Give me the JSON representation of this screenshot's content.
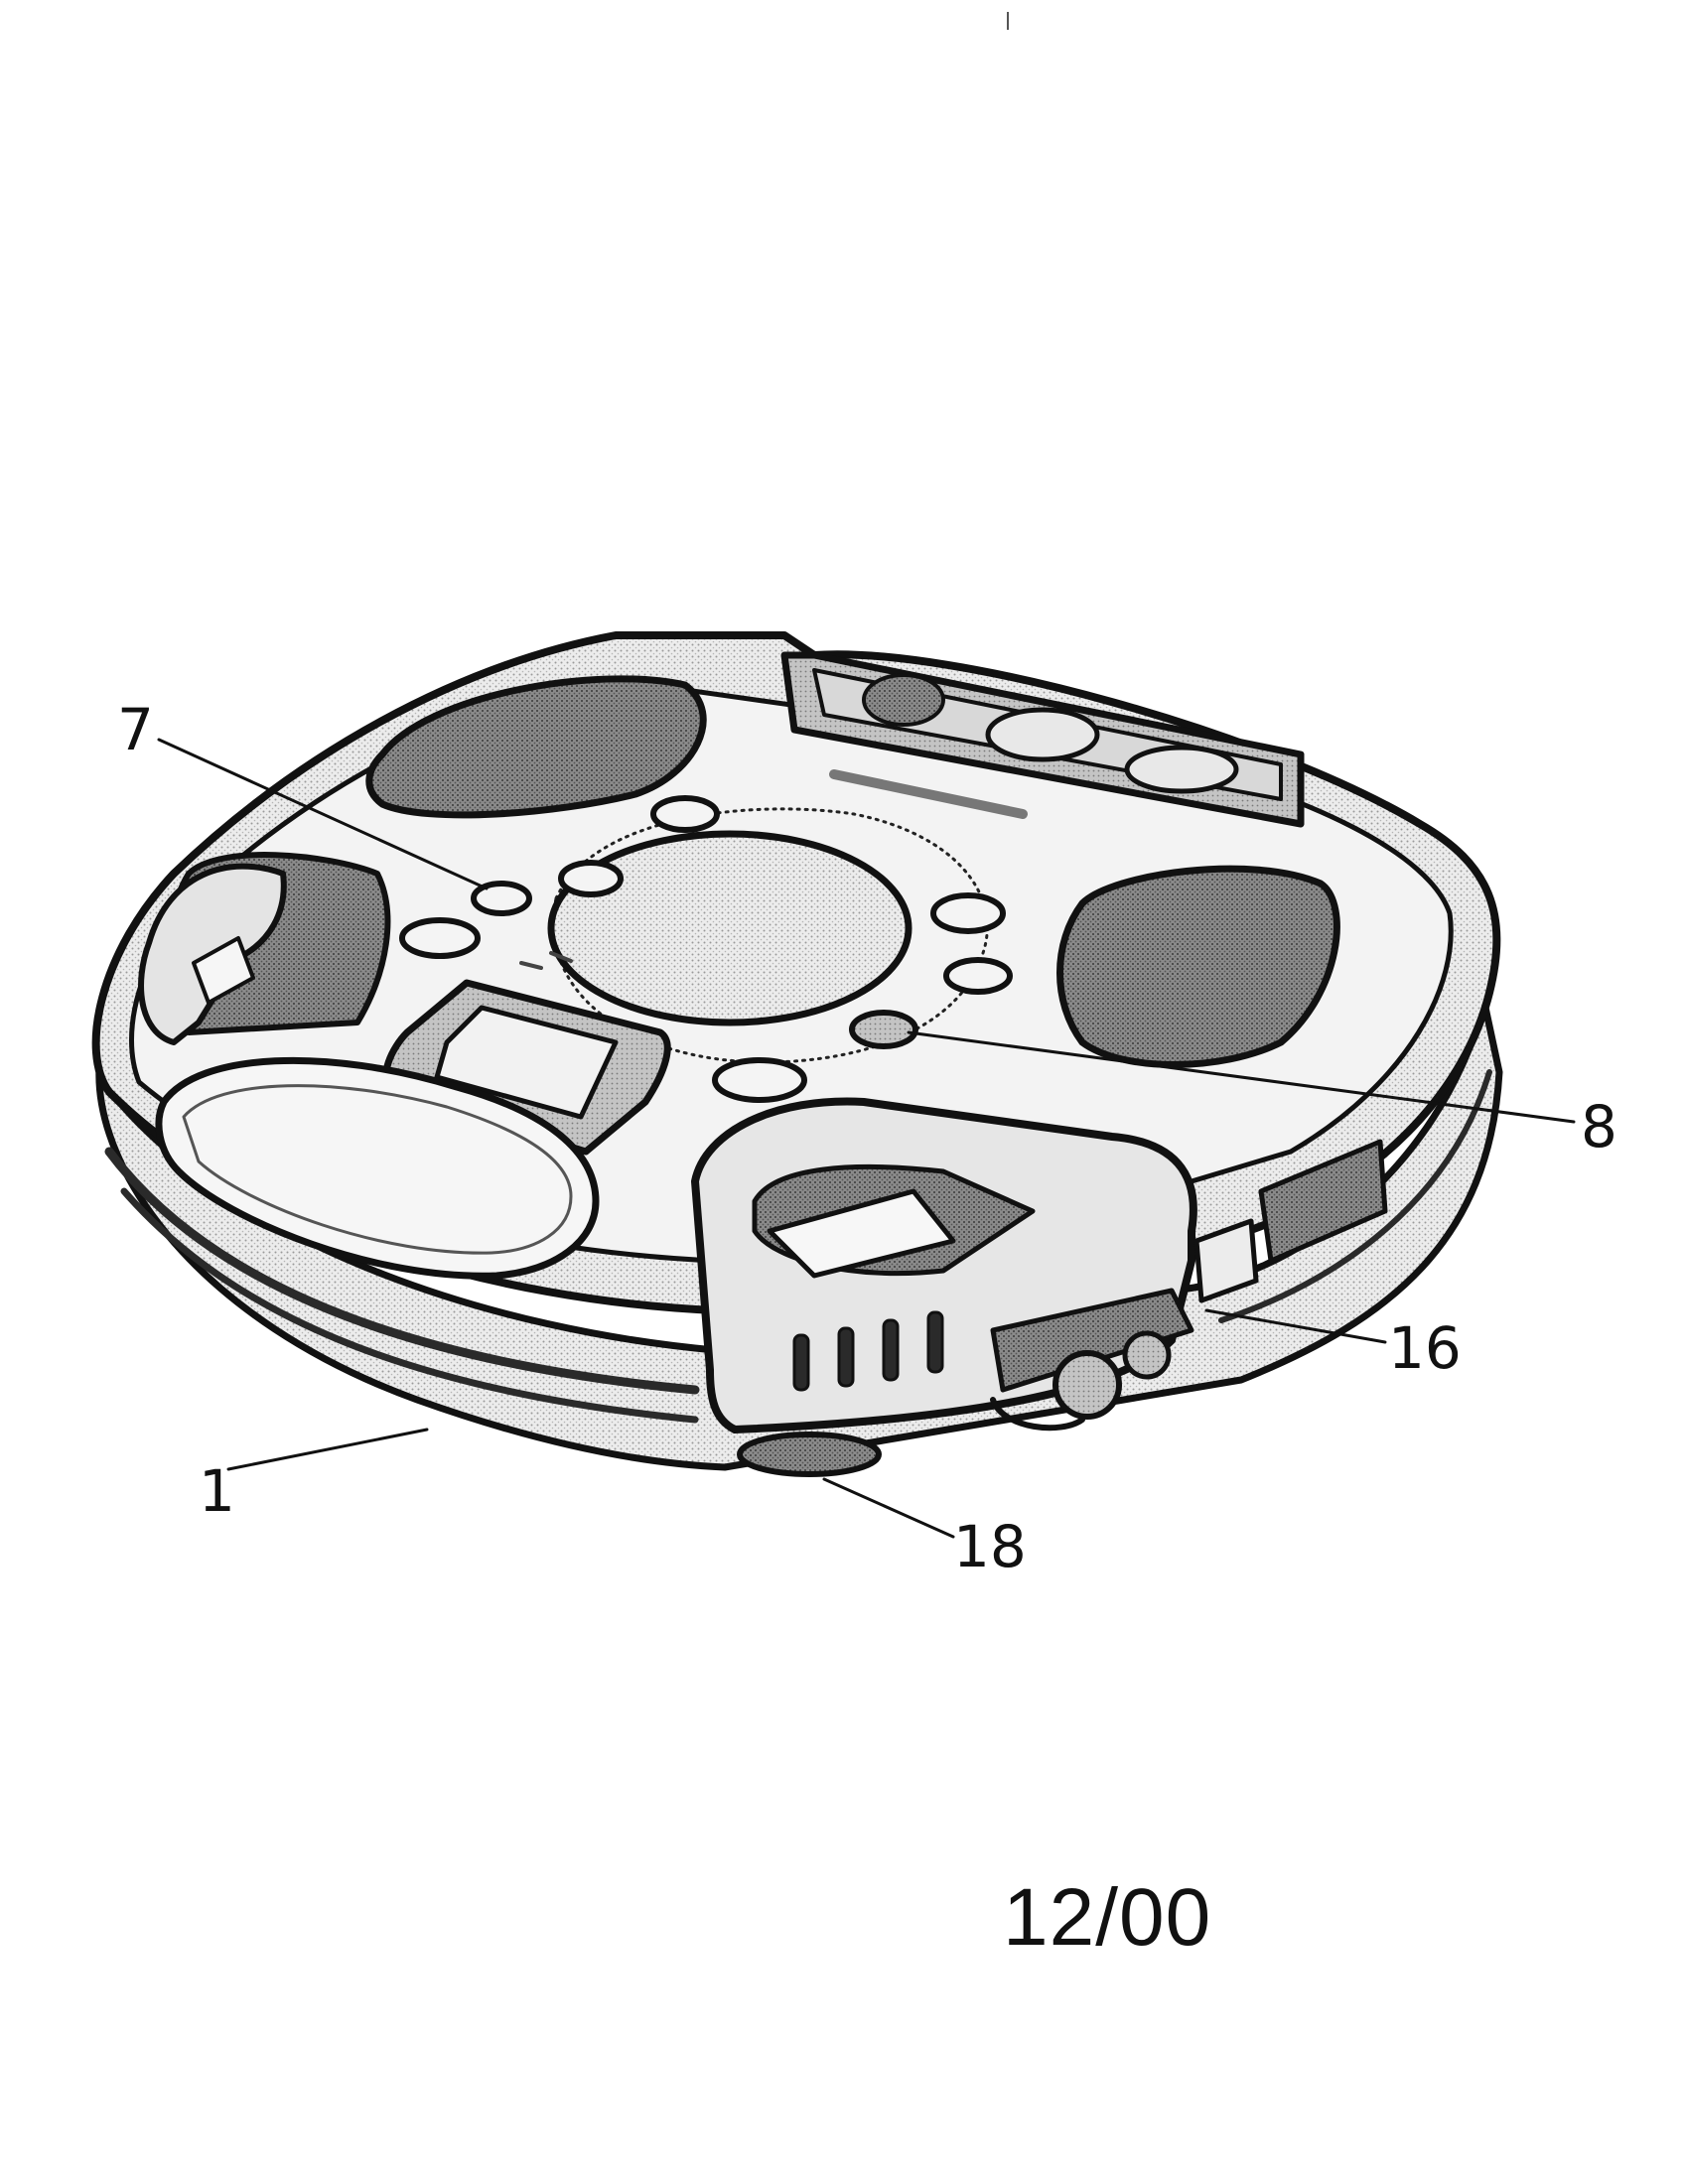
{
  "figure": {
    "page_number": "12/00",
    "reference_labels": {
      "seven": "7",
      "eight": "8",
      "sixteen": "16",
      "one": "1",
      "eighteen": "18"
    },
    "colors": {
      "ink": "#111111",
      "shade_dark": "#6e6e6e",
      "shade_mid": "#a8a8a8",
      "shade_light": "#dcdcdc",
      "paper": "#ffffff"
    }
  }
}
